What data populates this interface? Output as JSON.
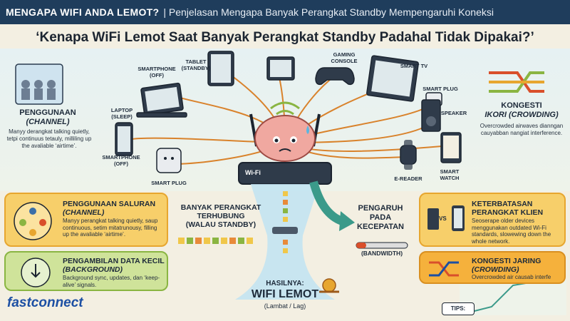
{
  "header": {
    "title_part1": "MENGAPA WIFI ANDA LEMOT?",
    "title_part2": "| Penjelasan Mengapa Banyak Perangkat Standby Mempengaruhi Koneksi"
  },
  "headline": "‘Kenapa WiFi Lemot Saat Banyak Perangkat Standby Padahal Tidak Dipakai?’",
  "devices": {
    "smartphone_off_top": "SMARTPHONE\n(OFF)",
    "tablet_standby": "TABLET\n(STANDBY)",
    "gaming_console": "GAMING\nCONSOLE",
    "smart_tv": "SMART TV",
    "smart_plug_right": "SMART PLUG",
    "speaker": "SPEAKER",
    "laptop_sleep": "LAPTOP\n(SLEEP)",
    "smartphone_off_left": "SMARTPHONE\n(OFF)",
    "smart_plug_left": "SMART PLUG",
    "e_reader": "E-READER",
    "smart_watch": "SMART\nWATCH"
  },
  "router_label": "Wi-Fi",
  "left_side": {
    "title1": "PENGGUNAAN",
    "title2": "(CHANNEL)",
    "text": "Manyy derangkat talking quietly, tetpi continuus tetauly, milliling up the avaliable ‘airtime’."
  },
  "right_side": {
    "title1": "KONGESTI",
    "title2": "IKORI (CROWDING)",
    "text": "Overcrowded airwaves dianngan cauyabban nangiat interference."
  },
  "panels": {
    "saluran": {
      "title1": "PENGGUNAAN SALURAN",
      "title2": "(CHANNEL)",
      "text": "Manyy perangkat talking quietly, saup continuous, setim mitatrunousy, filling up the avaliable ‘airtime’."
    },
    "data_kecil": {
      "title1": "PENGAMBILAN DATA KECIL",
      "title2": "(BACKGROUND)",
      "text": "Background sync, updates, dan ‘keep-alive’ signals."
    },
    "klien": {
      "title1": "KETERBATASAN",
      "title2": "PERANGKAT KLIEN",
      "vs": "VS",
      "text": "Seoserape older devices menggunakan outdated Wi-Fi standards, slowewing down the whole network."
    },
    "jaringan": {
      "title1": "KONGESTI JARING",
      "title2": "(CROWDING)",
      "text": "Overcrowded air causab interfe"
    }
  },
  "center": {
    "banyak": "BANYAK PERANGKAT\nTERHUBUNG\n(WALAU STANDBY)",
    "pengaruh": "PENGARUH\nPADA\nKECEPATAN",
    "bandwidth": "(BANDWIDTH)",
    "hasil": "HASILNYA:",
    "wifi_lemot": "WIFI LEMOT",
    "lambat": "(Lambat / Lag)"
  },
  "tips": "TIPS:",
  "logo": "fastconnect",
  "colors": {
    "header_bg": "#1f3d5c",
    "wire": "#d9822b",
    "panel_orange": "#f5b13c",
    "panel_green": "#bcd97a",
    "logo": "#1c4fa3"
  }
}
